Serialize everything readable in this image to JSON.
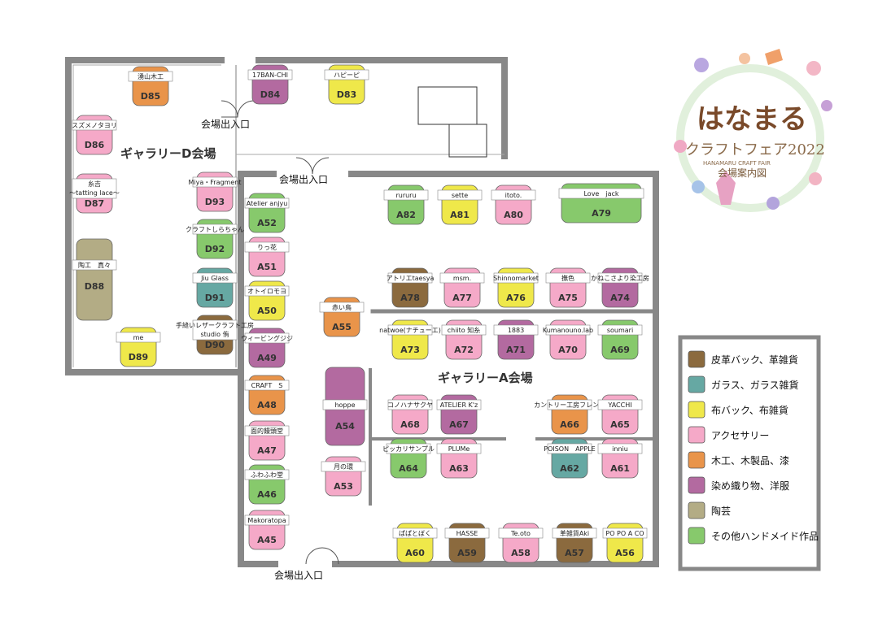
{
  "colors": {
    "leather": "#8b6a3e",
    "glass": "#66a8a3",
    "cloth": "#efe84a",
    "accessory": "#f5a9c8",
    "wood": "#e9944a",
    "dye": "#b36aa0",
    "pottery": "#b3ac85",
    "other": "#87c96c",
    "wall": "#888888"
  },
  "logo": {
    "title": "はなまる",
    "subtitle": "クラフトフェア2022",
    "english": "HANAMARU CRAFT FAIR",
    "map_label": "会場案内図"
  },
  "halls": {
    "d": "ギャラリーD会場",
    "a": "ギャラリーA会場"
  },
  "entrances": [
    "会場出入口",
    "会場出入口",
    "会場出入口"
  ],
  "legend": [
    {
      "key": "leather",
      "label": "皮革バック、革雑貨"
    },
    {
      "key": "glass",
      "label": "ガラス、ガラス雑貨"
    },
    {
      "key": "cloth",
      "label": "布バック、布雑貨"
    },
    {
      "key": "accessory",
      "label": "アクセサリー"
    },
    {
      "key": "wood",
      "label": "木工、木製品、漆"
    },
    {
      "key": "dye",
      "label": "染め織り物、洋服"
    },
    {
      "key": "pottery",
      "label": "陶芸"
    },
    {
      "key": "other",
      "label": "その他ハンドメイド作品"
    }
  ],
  "booths": [
    {
      "code": "D85",
      "name": "湧山木工",
      "cat": "wood"
    },
    {
      "code": "D84",
      "name": "17BAN-CHI",
      "cat": "dye"
    },
    {
      "code": "D83",
      "name": "ハピーピ",
      "cat": "cloth"
    },
    {
      "code": "D86",
      "name": "スズメノタヨリ",
      "cat": "accessory"
    },
    {
      "code": "D87",
      "name": "糸吉\n～tatting lace～",
      "cat": "accessory"
    },
    {
      "code": "D93",
      "name": "Miya・Fragment",
      "cat": "accessory"
    },
    {
      "code": "D92",
      "name": "クラフトしらちゃん",
      "cat": "other"
    },
    {
      "code": "D91",
      "name": "Jiu Glass",
      "cat": "glass"
    },
    {
      "code": "D90",
      "name": "手縫いレザークラフト工房\nstudio 侑",
      "cat": "leather"
    },
    {
      "code": "D88",
      "name": "陶工　真々",
      "cat": "pottery"
    },
    {
      "code": "D89",
      "name": "me",
      "cat": "cloth"
    },
    {
      "code": "A52",
      "name": "Atelier anjyu",
      "cat": "other"
    },
    {
      "code": "A51",
      "name": "りっ花",
      "cat": "accessory"
    },
    {
      "code": "A50",
      "name": "オトイロモヨ",
      "cat": "cloth"
    },
    {
      "code": "A49",
      "name": "ウィービングジジ",
      "cat": "dye"
    },
    {
      "code": "A48",
      "name": "CRAFT　S",
      "cat": "wood"
    },
    {
      "code": "A47",
      "name": "面的饅頭堂",
      "cat": "accessory"
    },
    {
      "code": "A46",
      "name": "ふわふわ堂",
      "cat": "other"
    },
    {
      "code": "A45",
      "name": "Makoratopa",
      "cat": "accessory"
    },
    {
      "code": "A55",
      "name": "赤い鳥",
      "cat": "wood"
    },
    {
      "code": "A54",
      "name": "hoppe",
      "cat": "dye"
    },
    {
      "code": "A53",
      "name": "月の環",
      "cat": "accessory"
    },
    {
      "code": "A82",
      "name": "rururu",
      "cat": "other"
    },
    {
      "code": "A81",
      "name": "sette",
      "cat": "cloth"
    },
    {
      "code": "A80",
      "name": "itoto.",
      "cat": "accessory"
    },
    {
      "code": "A79",
      "name": "Love　jack",
      "cat": "other"
    },
    {
      "code": "A78",
      "name": "アトリエtaesya",
      "cat": "leather"
    },
    {
      "code": "A77",
      "name": "msm.",
      "cat": "accessory"
    },
    {
      "code": "A76",
      "name": "Shinnomarket",
      "cat": "cloth"
    },
    {
      "code": "A75",
      "name": "撫色",
      "cat": "accessory"
    },
    {
      "code": "A74",
      "name": "かねこさより染工房",
      "cat": "dye"
    },
    {
      "code": "A73",
      "name": "natwoe(ナチューエ)",
      "cat": "cloth"
    },
    {
      "code": "A72",
      "name": "chiito 知糸",
      "cat": "accessory"
    },
    {
      "code": "A71",
      "name": "1883",
      "cat": "dye"
    },
    {
      "code": "A70",
      "name": "Kumanouno.lab",
      "cat": "accessory"
    },
    {
      "code": "A69",
      "name": "soumari",
      "cat": "other"
    },
    {
      "code": "A68",
      "name": "コノハナサクヤ",
      "cat": "accessory"
    },
    {
      "code": "A67",
      "name": "ATELIER K'z",
      "cat": "dye"
    },
    {
      "code": "A66",
      "name": "カントリー工房フレンズ",
      "cat": "wood"
    },
    {
      "code": "A65",
      "name": "YACCHI",
      "cat": "accessory"
    },
    {
      "code": "A64",
      "name": "ピッカリサンプル",
      "cat": "other"
    },
    {
      "code": "A63",
      "name": "PLUMe",
      "cat": "accessory"
    },
    {
      "code": "A62",
      "name": "POISON　APPLE",
      "cat": "glass"
    },
    {
      "code": "A61",
      "name": "inniu",
      "cat": "accessory"
    },
    {
      "code": "A60",
      "name": "ぱぱとぼく",
      "cat": "cloth"
    },
    {
      "code": "A59",
      "name": "HASSE",
      "cat": "leather"
    },
    {
      "code": "A58",
      "name": "Te.oto",
      "cat": "accessory"
    },
    {
      "code": "A57",
      "name": "革雑貨Aki",
      "cat": "leather"
    },
    {
      "code": "A56",
      "name": "PO PO A CO",
      "cat": "cloth"
    }
  ]
}
